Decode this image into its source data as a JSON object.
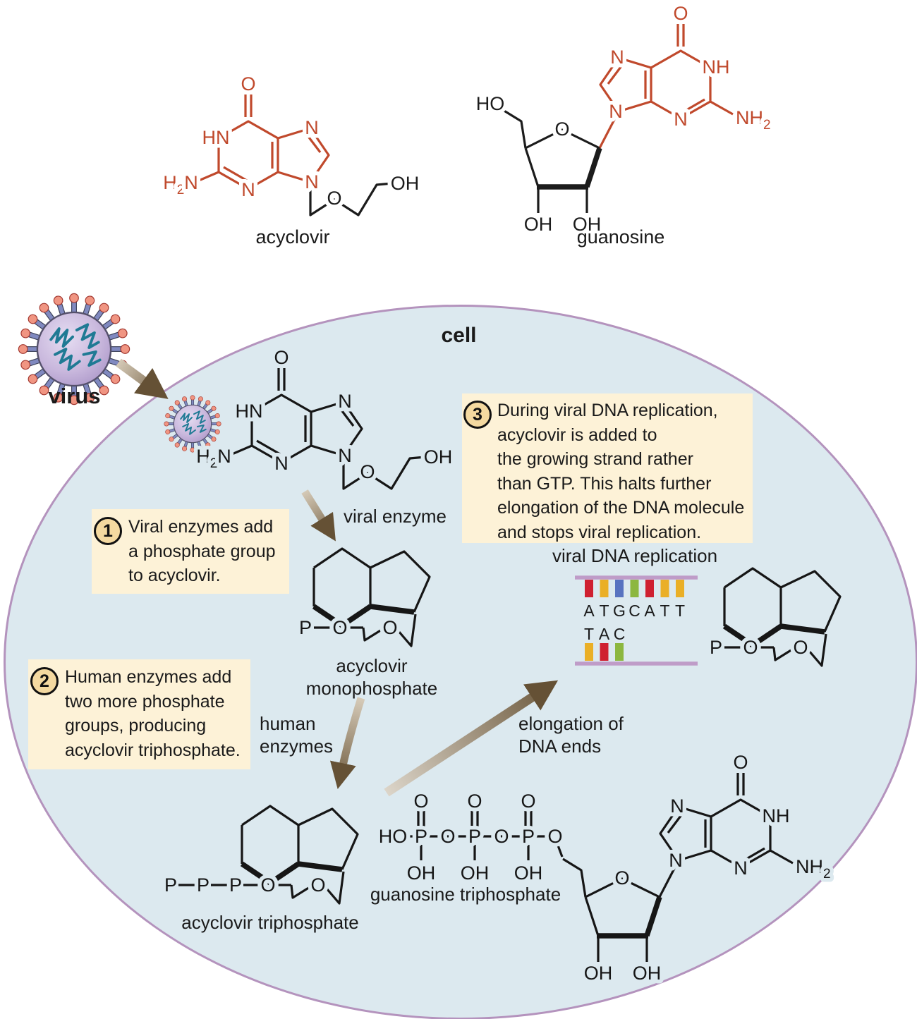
{
  "title_labels": {
    "acyclovir": "acyclovir",
    "guanosine": "guanosine"
  },
  "cell_label": "cell",
  "virus_label": "virus",
  "atoms": {
    "O": "O",
    "HN": "HN",
    "NH": "NH",
    "N": "N",
    "H": "H",
    "two": "2",
    "OH": "OH",
    "HO": "HO",
    "P": "P"
  },
  "callouts": [
    {
      "num": "1",
      "lines": [
        "Viral enzymes add",
        "a phosphate group",
        "to acyclovir."
      ]
    },
    {
      "num": "2",
      "lines": [
        "Human enzymes add",
        "two more phosphate",
        "groups, producing",
        "acyclovir triphosphate."
      ]
    },
    {
      "num": "3",
      "lines": [
        "During viral DNA replication,",
        "acyclovir is added to",
        "the growing strand rather",
        "than GTP. This halts further",
        "elongation of the DNA molecule",
        "and stops viral replication."
      ]
    }
  ],
  "flow_labels": {
    "viral_enzyme": "viral enzyme",
    "human_enzymes_lines": [
      "human",
      "enzymes"
    ],
    "elongation_lines": [
      "elongation of",
      "DNA ends"
    ]
  },
  "structure_labels": {
    "acyclovir_monophosphate": "acyclovir monophosphate",
    "acyclovir_triphosphate": "acyclovir triphosphate",
    "guanosine_triphosphate": "guanosine triphosphate"
  },
  "dna": {
    "title": "viral DNA replication",
    "top_sequence": [
      "A",
      "T",
      "G",
      "C",
      "A",
      "T",
      "T"
    ],
    "bottom_sequence": [
      "T",
      "A",
      "C"
    ],
    "base_colors": {
      "A": "#cf2030",
      "T": "#eaaf26",
      "G": "#5873c0",
      "C": "#8cb73f"
    },
    "strand_color": "#bf9cc8"
  },
  "colors": {
    "page_bg": "#ffffff",
    "cell_fill": "#dce9ef",
    "cell_border": "#b493bd",
    "callout_bg": "#fdf2d7",
    "badge_fill": "#f4d9a0",
    "structure_red": "#c0492c",
    "structure_black": "#161616",
    "arrow_dark": "#6a5639",
    "arrow_light": "#d8cdbb",
    "virus_body": "#c9b8dd",
    "virus_spike_stem": "#8089c0",
    "virus_spike_tip": "#f09582",
    "virus_genome": "#1f7a94"
  }
}
